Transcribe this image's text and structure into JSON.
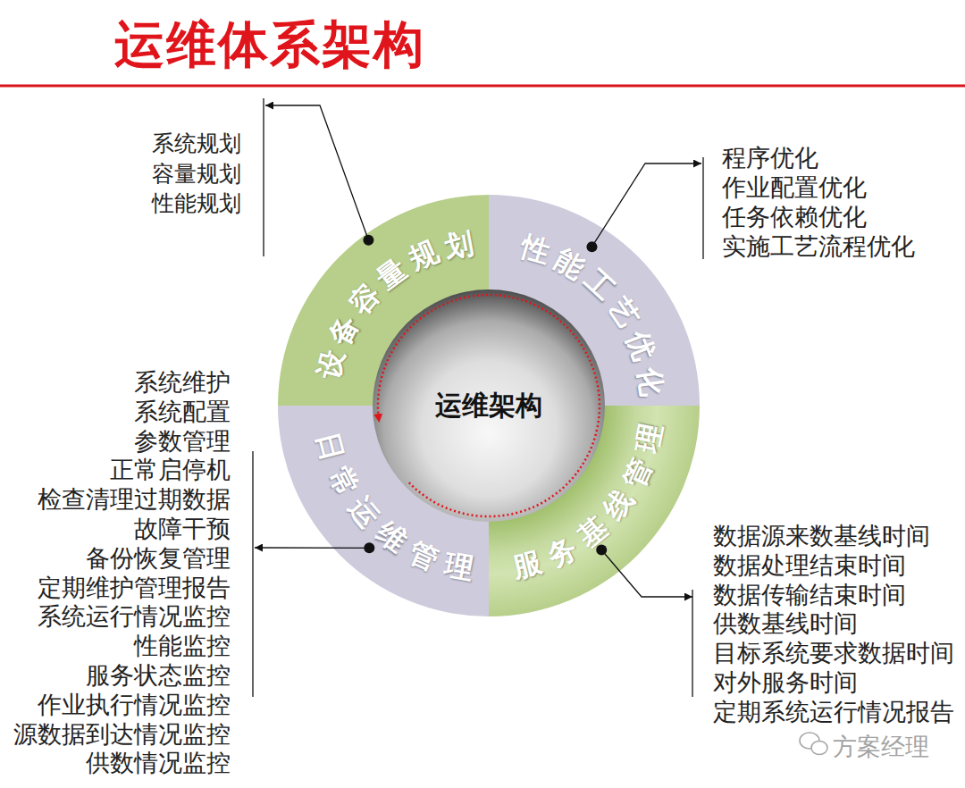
{
  "diagram": {
    "title": "运维体系架构",
    "nodes": [
      {
        "text": [
          "设备容量规划"
        ]
      },
      {
        "text": [
          "性能工艺优化"
        ]
      },
      {
        "text": [
          "日常运维管理"
        ]
      },
      {
        "text": [
          "服务基线管理"
        ]
      },
      {
        "text": [
          "运维架构"
        ]
      },
      {
        "text": [
          "系统规划",
          "容量规划",
          "性能规划"
        ]
      },
      {
        "text": [
          "程序优化",
          "作业配置优化",
          "任务依赖优化",
          "实施工艺流程优化"
        ]
      },
      {
        "text": [
          "系统维护",
          "系统配置",
          "参数管理",
          "正常启停机",
          "检查清理过期数据",
          "故障干预",
          "备份恢复管理",
          "定期维护管理报告",
          "系统运行情况监控",
          "性能监控",
          "服务状态监控",
          "作业执行情况监控",
          "源数据到达情况监控",
          "供数情况监控"
        ]
      },
      {
        "text": [
          "数据源来数基线时间",
          "数据处理结束时间",
          "数据传输结束时间",
          "供数基线时间",
          "目标系统要求数据时间",
          "对外服务时间",
          "定期系统运行情况报告"
        ]
      }
    ],
    "edges": [
      {
        "from": 0,
        "to": 5,
        "arrow": "to"
      },
      {
        "from": 1,
        "to": 6,
        "arrow": "to"
      },
      {
        "from": 2,
        "to": 7,
        "arrow": "to"
      },
      {
        "from": 3,
        "to": 8,
        "arrow": "to"
      }
    ],
    "labels": [
      "方案经理"
    ]
  }
}
